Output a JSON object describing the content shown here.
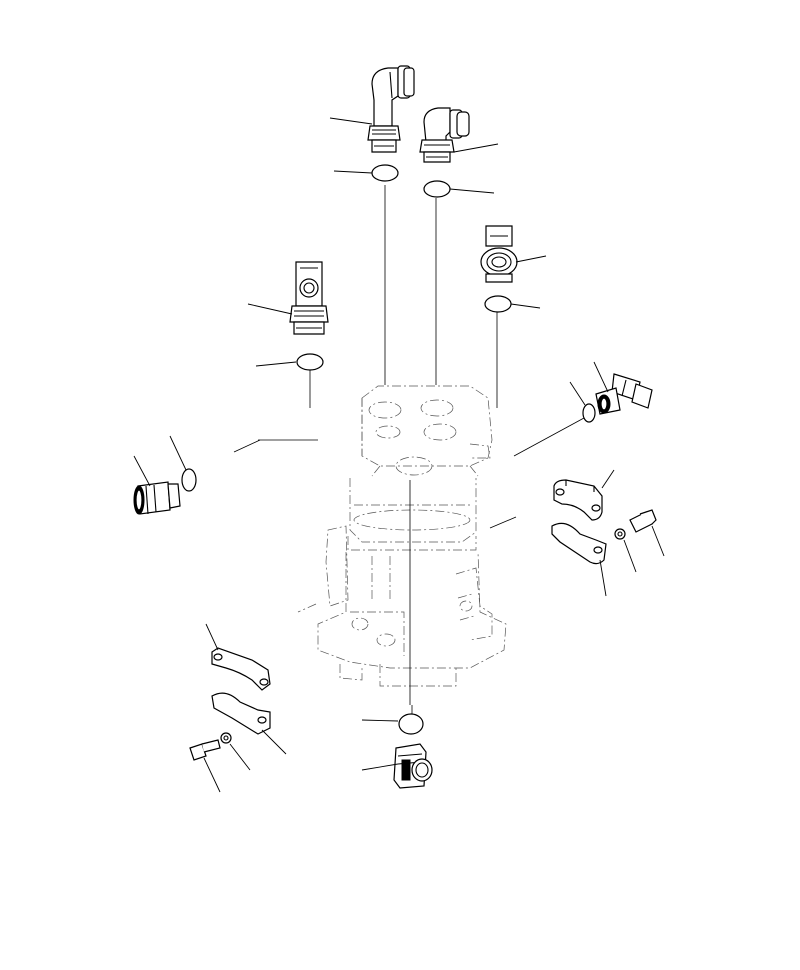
{
  "diagram": {
    "kind": "exploded-parts-view",
    "colors": {
      "background": "#ffffff",
      "line": "#000000",
      "hidden_body": "#555555"
    },
    "parts": [
      {
        "id": "elbow-fitting-1",
        "icon": "elbow-fitting-icon"
      },
      {
        "id": "elbow-fitting-2",
        "icon": "elbow-fitting-icon"
      },
      {
        "id": "o-ring-1",
        "icon": "o-ring-icon"
      },
      {
        "id": "o-ring-2",
        "icon": "o-ring-icon"
      },
      {
        "id": "straight-fitting-1",
        "icon": "straight-fitting-icon"
      },
      {
        "id": "o-ring-3",
        "icon": "o-ring-icon"
      },
      {
        "id": "tee-fitting-1",
        "icon": "tee-fitting-icon"
      },
      {
        "id": "o-ring-4",
        "icon": "o-ring-icon"
      },
      {
        "id": "union-fitting-left",
        "icon": "union-fitting-icon"
      },
      {
        "id": "o-ring-left",
        "icon": "o-ring-icon"
      },
      {
        "id": "elbow-fitting-right",
        "icon": "elbow-fitting-icon"
      },
      {
        "id": "o-ring-right",
        "icon": "o-ring-icon"
      },
      {
        "id": "split-flange-right-upper",
        "icon": "split-flange-icon"
      },
      {
        "id": "split-flange-right-lower",
        "icon": "split-flange-icon"
      },
      {
        "id": "bolt-right",
        "icon": "bolt-icon"
      },
      {
        "id": "washer-right",
        "icon": "washer-icon"
      },
      {
        "id": "split-flange-left-upper",
        "icon": "split-flange-icon"
      },
      {
        "id": "split-flange-left-lower",
        "icon": "split-flange-icon"
      },
      {
        "id": "bolt-left",
        "icon": "bolt-icon"
      },
      {
        "id": "washer-left",
        "icon": "washer-icon"
      },
      {
        "id": "o-ring-bottom",
        "icon": "o-ring-icon"
      },
      {
        "id": "union-fitting-bottom",
        "icon": "union-fitting-icon"
      },
      {
        "id": "swivel-joint-body",
        "icon": "swivel-joint-icon"
      }
    ]
  }
}
